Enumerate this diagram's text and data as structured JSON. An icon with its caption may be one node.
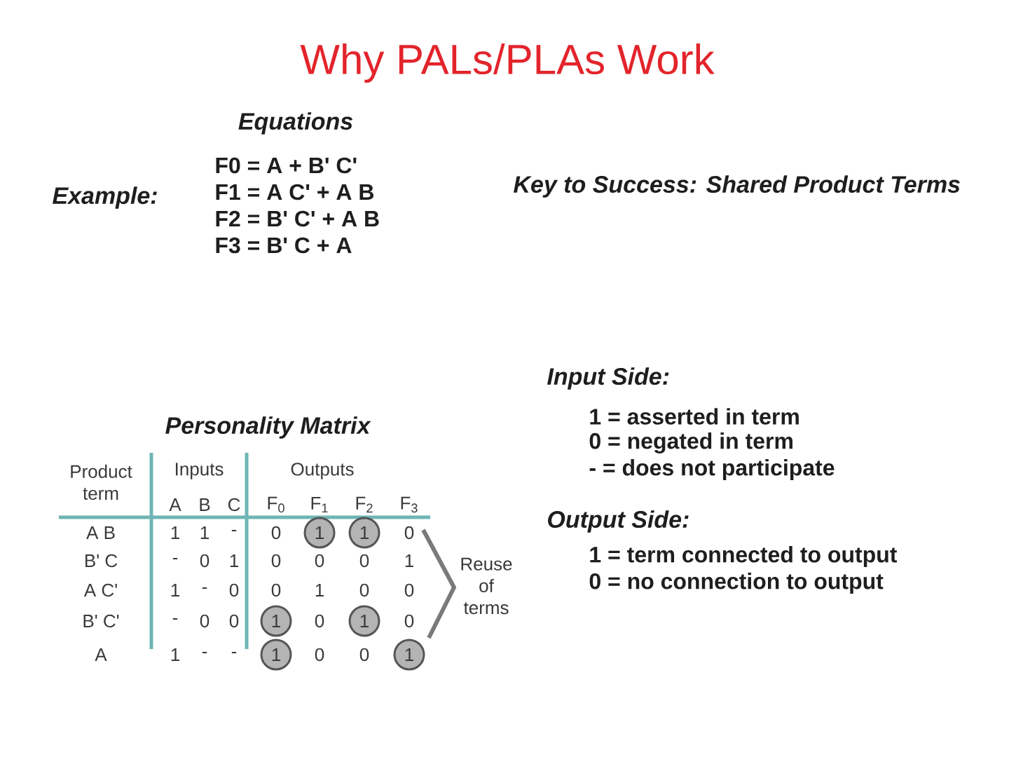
{
  "diagram": {
    "title": "Why PALs/PLAs Work",
    "nodes": [
      {
        "text": [
          "1"
        ]
      },
      {
        "text": [
          "1"
        ]
      },
      {
        "text": [
          "1"
        ]
      },
      {
        "text": [
          "1"
        ]
      },
      {
        "text": [
          "1"
        ]
      },
      {
        "text": [
          "1"
        ]
      }
    ],
    "labels": [
      "Equations",
      "Example:",
      "F0 = A + B' C'",
      "F1 = A C' + A B",
      "F2 = B' C' + A B",
      "F3 = B' C + A",
      "Key to Success: Shared Product Terms",
      "Input Side:",
      "1 = asserted in term",
      "0 = negated in term",
      "- = does not participate",
      "Output Side:",
      "1 = term connected to output",
      "0 = no connection to output",
      "Personality Matrix",
      "Product term",
      "Inputs",
      "Outputs",
      "A",
      "B",
      "C",
      "F$_{0}$",
      "F$_{1}$",
      "F$_{2}$",
      "F$_{3}$",
      "A B",
      "1",
      "1",
      "-",
      "0",
      "0",
      "B' C",
      "-",
      "0",
      "1",
      "0",
      "0",
      "0",
      "1",
      "A C'",
      "1",
      "-",
      "0",
      "0",
      "1",
      "0",
      "0",
      "B' C'",
      "-",
      "0",
      "0",
      "0",
      "0",
      "A",
      "1",
      "-",
      "-",
      "0",
      "0",
      "Reuse of terms"
    ]
  }
}
